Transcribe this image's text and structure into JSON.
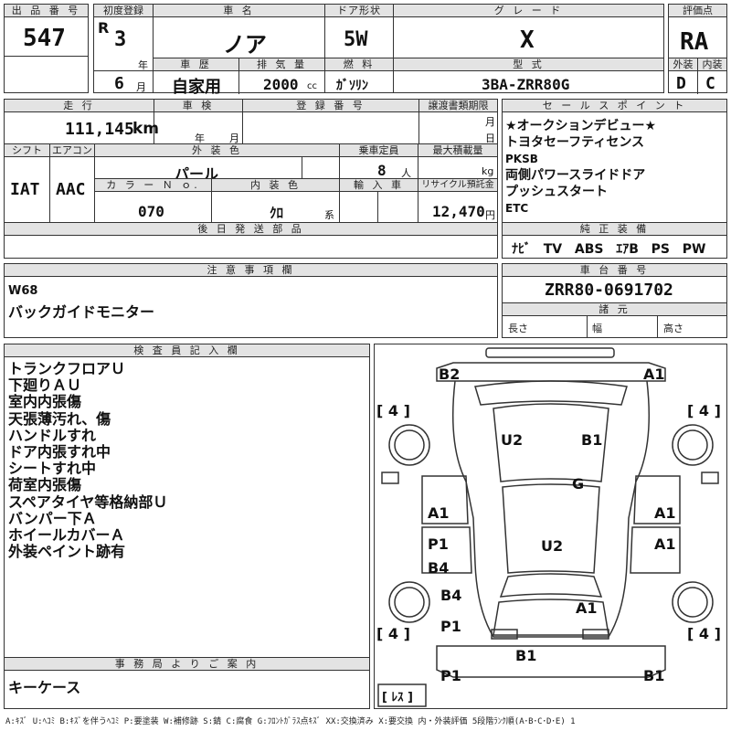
{
  "header": {
    "lot_label": "出 品 番 号",
    "lot_number": "547",
    "first_reg_label": "初度登録",
    "era": "R",
    "year": "3",
    "year_unit": "年",
    "month": "6",
    "month_unit": "月",
    "car_name_label": "車 名",
    "car_name": "ノア",
    "history_label": "車 歴",
    "history": "自家用",
    "displacement_label": "排 気 量",
    "displacement": "2000",
    "displacement_unit": "cc",
    "doors_label": "ドア形状",
    "doors": "5W",
    "fuel_label": "燃 料",
    "fuel": "ｶﾞｿﾘﾝ",
    "grade_label": "グ レ ー ド",
    "grade": "X",
    "model_label": "型 式",
    "model": "3BA-ZRR80G",
    "score_label": "評価点",
    "score": "RA",
    "ext_label": "外装",
    "ext": "D",
    "int_label": "内装",
    "int": "C"
  },
  "row2": {
    "mileage_label": "走 行",
    "mileage": "111,145",
    "mileage_unit": "km",
    "inspection_label": "車 検",
    "insp_year_unit": "年",
    "insp_month_unit": "月",
    "regno_label": "登 録 番 号",
    "transfer_label": "譲渡書類期限",
    "transfer_month": "月",
    "transfer_day": "日",
    "shift_label": "シフト",
    "shift": "IAT",
    "ac_label": "エアコン",
    "ac": "AAC",
    "color_label": "外 装 色",
    "color": "パール",
    "capacity_label": "乗車定員",
    "capacity": "8",
    "capacity_unit": "人",
    "load_label": "最大積載量",
    "load_unit": "kg",
    "colorno_label": "カ ラ ー Ｎ ｏ.",
    "colorno": "070",
    "intcolor_label": "内 装 色",
    "intcolor": "ｸﾛ",
    "intcolor_unit": "系",
    "import_label": "輸 入 車",
    "recycle_label": "リサイクル預託金",
    "recycle": "12,470",
    "recycle_unit": "円",
    "later_label": "後 日 発 送 部 品"
  },
  "sales": {
    "label": "セ ー ル ス ポ イ ン ト",
    "points": [
      "★オークションデビュー★",
      "トヨタセーフティセンス",
      "PKSB",
      "両側パワースライドドア",
      "プッシュスタート",
      "ETC"
    ]
  },
  "equipment": {
    "label": "純 正 装 備",
    "items": [
      "ﾅﾋﾞ",
      "TV",
      "ABS",
      "ｴｱB",
      "PS",
      "PW"
    ]
  },
  "notes": {
    "label": "注 意 事 項 欄",
    "lines": [
      "W68",
      "バックガイドモニター"
    ]
  },
  "chassis": {
    "label": "車 台 番 号",
    "number": "ZRR80-0691702",
    "dims_label": "諸 元",
    "length": "長さ",
    "width": "幅",
    "height": "高さ"
  },
  "inspector": {
    "label": "検 査 員 記 入 欄",
    "lines": [
      "トランクフロアＵ",
      "下廻りＡＵ",
      "室内内張傷",
      "天張薄汚れ、傷",
      "ハンドルすれ",
      "ドア内張すれ中",
      "シートすれ中",
      "荷室内張傷",
      "スペアタイヤ等格納部Ｕ",
      "バンパー下Ａ",
      "ホイールカバーＡ",
      "外装ペイント跡有"
    ]
  },
  "office": {
    "label": "事 務 局 よ り ご 案 内",
    "text": "キーケース"
  },
  "diagram": {
    "marks": [
      {
        "id": "rear-left-corner",
        "text": "B2"
      },
      {
        "id": "rear-right-corner",
        "text": "A1"
      },
      {
        "id": "tire-rl",
        "text": "[ 4 ]"
      },
      {
        "id": "tire-rr",
        "text": "[ 4 ]"
      },
      {
        "id": "rear-glass-left",
        "text": "U2"
      },
      {
        "id": "roof-rear-right",
        "text": "B1"
      },
      {
        "id": "roof-mid",
        "text": "G"
      },
      {
        "id": "rear-door-left",
        "text": "A1"
      },
      {
        "id": "rear-door-right",
        "text": "A1"
      },
      {
        "id": "front-door-left",
        "text": "P1"
      },
      {
        "id": "front-door-right",
        "text": "A1"
      },
      {
        "id": "front-door-left-2",
        "text": "B4"
      },
      {
        "id": "roof-front",
        "text": "U2"
      },
      {
        "id": "front-fender-left",
        "text": "B4"
      },
      {
        "id": "front-fender-left-2",
        "text": "P1"
      },
      {
        "id": "hood",
        "text": "A1"
      },
      {
        "id": "tire-fl",
        "text": "[ 4 ]"
      },
      {
        "id": "tire-fr",
        "text": "[ 4 ]"
      },
      {
        "id": "front-bumper",
        "text": "B1"
      },
      {
        "id": "front-left-corner",
        "text": "P1"
      },
      {
        "id": "front-right-corner",
        "text": "B1"
      },
      {
        "id": "spare",
        "text": "[ ﾚｽ ]"
      }
    ]
  },
  "legend": "A:ｷｽﾞ U:ﾍｺﾐ B:ｷｽﾞを伴うﾍｺﾐ P:要塗装 W:補修跡 S:錆 C:腐食 G:ﾌﾛﾝﾄｶﾞﾗｽ点ｷｽﾞ XX:交換済み X:要交換 内・外装評価 5段階ﾗﾝｸ順(A･B･C･D･E) 1"
}
